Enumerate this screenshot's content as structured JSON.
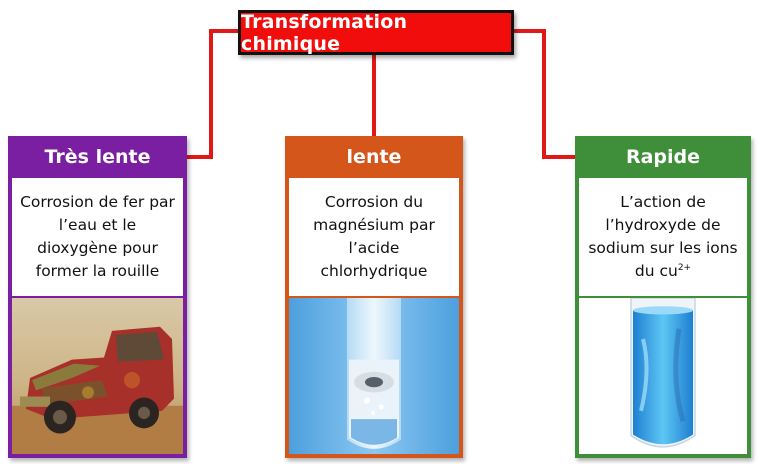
{
  "root": {
    "title": "Transformation chimique"
  },
  "cards": [
    {
      "header": "Très lente",
      "text": "Corrosion de fer par l’eau et le dioxygène pour former la rouille"
    },
    {
      "header": "lente",
      "text": "Corrosion du magnésium par l’acide chlorhydrique"
    },
    {
      "header": "Rapide",
      "text": "L’action de l’hydroxyde de sodium sur les ions du cu",
      "text_sup": "2+"
    }
  ],
  "colors": {
    "root": "#f20d0d",
    "connector": "#e01818",
    "very_slow": "#7a1fa2",
    "slow": "#d4561b",
    "fast": "#3e8e3a"
  }
}
